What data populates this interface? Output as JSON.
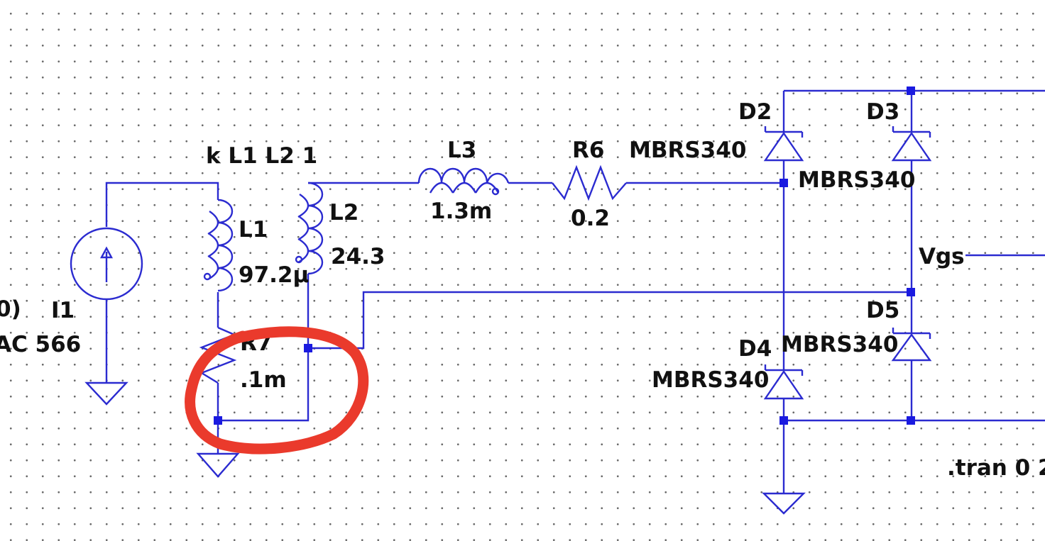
{
  "schematic": {
    "coupling_directive": "k L1 L2 1",
    "transient_directive": ".tran 0 2",
    "source": {
      "label_partial": "0)",
      "name": "I1",
      "value": "AC 566"
    },
    "inductors": [
      {
        "name": "L1",
        "value": "97.2µ"
      },
      {
        "name": "L2",
        "value": "24.3"
      },
      {
        "name": "L3",
        "value": "1.3m"
      }
    ],
    "resistors": [
      {
        "name": "R6",
        "value": "0.2"
      },
      {
        "name": "R7",
        "value": ".1m"
      }
    ],
    "diodes": [
      {
        "name": "D2",
        "model": "MBRS340"
      },
      {
        "name": "D3",
        "model": "MBRS340"
      },
      {
        "name": "D4",
        "model": "MBRS340"
      },
      {
        "name": "D5",
        "model": "MBRS340"
      }
    ],
    "net_label": "Vgs"
  },
  "annotation": {
    "color": "#ea3a2c"
  },
  "colors": {
    "wire": "#2b2bd0",
    "junction": "#1a1ae0",
    "text": "#111111"
  }
}
